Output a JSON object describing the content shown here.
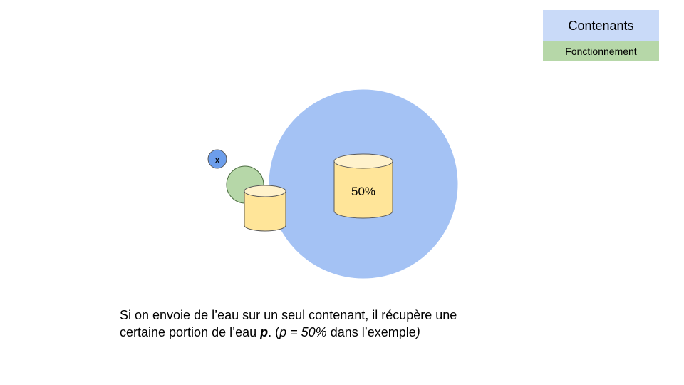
{
  "tags": {
    "main": "Contenants",
    "sub": "Fonctionnement"
  },
  "diagram": {
    "node_label": "x",
    "large_container_label": "50%",
    "colors": {
      "large_circle": "#a4c2f4",
      "small_circle": "#b6d7a8",
      "node": "#6d9eeb",
      "cylinder_fill": "#ffe599",
      "cylinder_top": "#fff2cc",
      "outline": "#595959"
    }
  },
  "caption": {
    "line1": "Si on envoie de l’eau sur un seul contenant, il récupère une certaine portion de l’eau ",
    "p_symbol": "p",
    "mid": ". (",
    "p_formula": "p = 50%",
    "end_text": " dans l’exemple",
    "close_paren": ")"
  }
}
